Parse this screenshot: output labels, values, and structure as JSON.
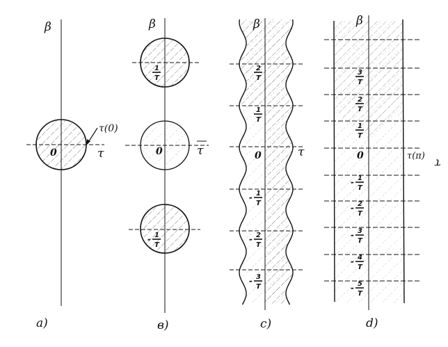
{
  "figure": {
    "panels": [
      {
        "id": "a",
        "caption": "a)",
        "axis_label_vertical": "β",
        "axis_label_horizontal": "τ",
        "origin_label": "0",
        "annotation": "τ(0)",
        "shape": "single disk",
        "region_labels": []
      },
      {
        "id": "b",
        "caption": "в)",
        "axis_label_vertical": "β",
        "axis_label_horizontal": "τ",
        "origin_label": "0",
        "shape": "periodic disks",
        "region_labels": [
          {
            "num": "1",
            "den": "T",
            "sign": ""
          },
          {
            "num": "1",
            "den": "T",
            "sign": "-"
          }
        ]
      },
      {
        "id": "c",
        "caption": "c)",
        "axis_label_vertical": "β",
        "axis_label_horizontal": "τ",
        "origin_label": "0",
        "shape": "wavy strip",
        "region_labels": [
          {
            "num": "2",
            "den": "T",
            "sign": ""
          },
          {
            "num": "1",
            "den": "T",
            "sign": ""
          },
          {
            "num": "1",
            "den": "T",
            "sign": "-"
          },
          {
            "num": "2",
            "den": "T",
            "sign": "-"
          },
          {
            "num": "3",
            "den": "T",
            "sign": "-"
          }
        ]
      },
      {
        "id": "d",
        "caption": "d)",
        "axis_label_vertical": "β",
        "axis_label_horizontal": "τ",
        "origin_label": "0",
        "annotation": "τ(π)",
        "shape": "straight strip",
        "region_labels": [
          {
            "num": "3",
            "den": "T",
            "sign": ""
          },
          {
            "num": "2",
            "den": "T",
            "sign": ""
          },
          {
            "num": "1",
            "den": "T",
            "sign": ""
          },
          {
            "num": "1",
            "den": "T",
            "sign": "-"
          },
          {
            "num": "2",
            "den": "T",
            "sign": "-"
          },
          {
            "num": "3",
            "den": "T",
            "sign": "-"
          },
          {
            "num": "4",
            "den": "T",
            "sign": "-"
          },
          {
            "num": "5",
            "den": "T",
            "sign": "-"
          }
        ]
      }
    ],
    "colors": {
      "ink": "#111111",
      "hatch": "#555555"
    }
  }
}
